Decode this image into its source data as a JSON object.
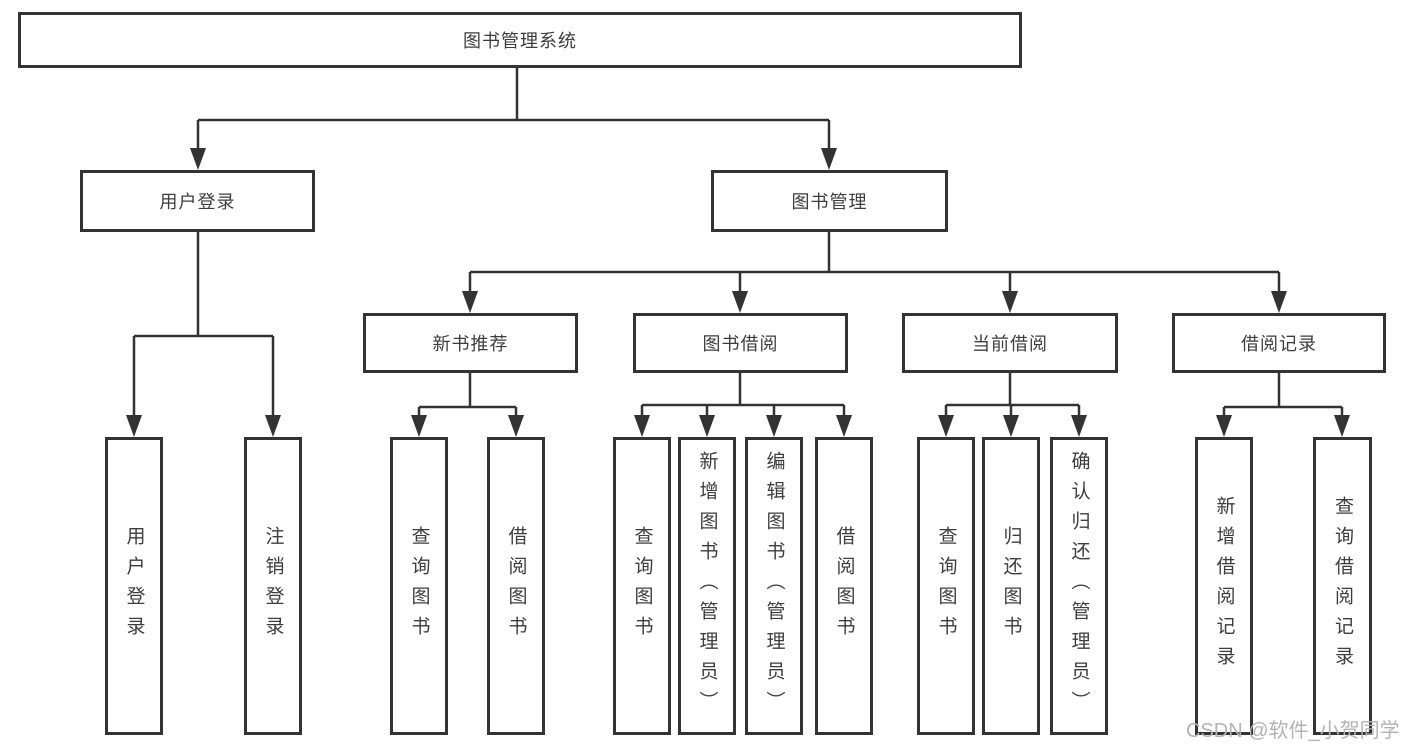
{
  "diagram_title": "图书管理系统",
  "colors": {
    "line": "#333333",
    "box_border": "#333333",
    "text": "#3d3d3d",
    "background": "#ffffff",
    "watermark": "#b3b3b3"
  },
  "watermark": "CSDN @软件_小贺同学",
  "tree": {
    "label": "图书管理系统",
    "children": [
      {
        "label": "用户登录",
        "children": [
          {
            "label": "用户登录"
          },
          {
            "label": "注销登录"
          }
        ]
      },
      {
        "label": "图书管理",
        "children": [
          {
            "label": "新书推荐",
            "children": [
              {
                "label": "查询图书"
              },
              {
                "label": "借阅图书"
              }
            ]
          },
          {
            "label": "图书借阅",
            "children": [
              {
                "label": "查询图书"
              },
              {
                "label": "新增图书（管理员）"
              },
              {
                "label": "编辑图书（管理员）"
              },
              {
                "label": "借阅图书"
              }
            ]
          },
          {
            "label": "当前借阅",
            "children": [
              {
                "label": "查询图书"
              },
              {
                "label": "归还图书"
              },
              {
                "label": "确认归还（管理员）"
              }
            ]
          },
          {
            "label": "借阅记录",
            "children": [
              {
                "label": "新增借阅记录"
              },
              {
                "label": "查询借阅记录"
              }
            ]
          }
        ]
      }
    ]
  }
}
